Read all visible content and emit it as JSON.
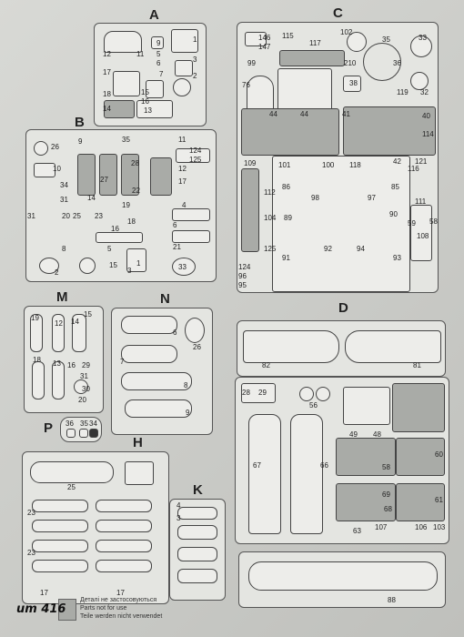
{
  "sprues": {
    "A": "A",
    "B": "B",
    "C": "C",
    "D": "D",
    "H": "H",
    "K": "K",
    "M": "M",
    "N": "N",
    "P": "P"
  },
  "numbers": {
    "a12": "12",
    "a11": "11",
    "a9": "9",
    "a1": "1",
    "a3": "3",
    "a5": "5",
    "a6": "6",
    "a7": "7",
    "a2": "2",
    "a17": "17",
    "a15": "15",
    "a16": "16",
    "a13": "13",
    "a14": "14",
    "a18": "18",
    "b26": "26",
    "b9": "9",
    "b35": "35",
    "b11": "11",
    "b10": "10",
    "b124": "124",
    "b125": "125",
    "b34": "34",
    "b31": "31",
    "b28": "28",
    "b27": "27",
    "b22": "22",
    "b19": "19",
    "b17": "17",
    "b14": "14",
    "b12": "12",
    "b4": "4",
    "b20": "20",
    "b25": "25",
    "b23": "23",
    "b18": "18",
    "b16": "16",
    "b6": "6",
    "b21": "21",
    "b8": "8",
    "b5": "5",
    "b15": "15",
    "b3": "3",
    "b1": "1",
    "b2": "2",
    "b33": "33",
    "c146": "146",
    "c147": "147",
    "c115": "115",
    "c117": "117",
    "c102": "102",
    "c35": "35",
    "c33": "33",
    "c99": "99",
    "c210": "210",
    "c36": "36",
    "c119": "119",
    "c76": "76",
    "c38": "38",
    "c32": "32",
    "c44a": "44",
    "c44b": "44",
    "c41": "41",
    "c40": "40",
    "c114": "114",
    "c109": "109",
    "c101": "101",
    "c100": "100",
    "c118": "118",
    "c42": "42",
    "c116": "116",
    "c121": "121",
    "c86": "86",
    "c85": "85",
    "c112": "112",
    "c98": "98",
    "c97": "97",
    "c111": "111",
    "c89": "89",
    "c90": "90",
    "c104": "104",
    "c59": "59",
    "c58": "58",
    "c108": "108",
    "c125": "125",
    "c91": "91",
    "c92": "92",
    "c94": "94",
    "c93": "93",
    "c124": "124",
    "c96": "96",
    "c95": "95",
    "m19": "19",
    "m12": "12",
    "m14": "14",
    "m15": "15",
    "m18": "18",
    "m13": "13",
    "m16": "16",
    "m29": "29",
    "m31": "31",
    "m30": "30",
    "m20": "20",
    "n6": "6",
    "n26": "26",
    "n7": "7",
    "n8": "8",
    "n9": "9",
    "p36": "36",
    "p35": "35",
    "p34": "34",
    "d82": "82",
    "d81": "81",
    "d28": "28",
    "d29": "29",
    "d56": "56",
    "d49": "49",
    "d48": "48",
    "d67": "67",
    "d66": "66",
    "d58a": "58",
    "d60": "60",
    "d69": "69",
    "d68": "68",
    "d61": "61",
    "d63": "63",
    "d107": "107",
    "d106": "106",
    "d103": "103",
    "d88": "88",
    "h25": "25",
    "h23a": "23",
    "h23b": "23",
    "h17a": "17",
    "h17b": "17",
    "k4": "4",
    "k3": "3"
  },
  "legend": {
    "line1": "Деталі не застосовуються",
    "line2": "Parts not for use",
    "line3": "Teile werden nicht verwendet"
  },
  "kit_code": "um 416"
}
